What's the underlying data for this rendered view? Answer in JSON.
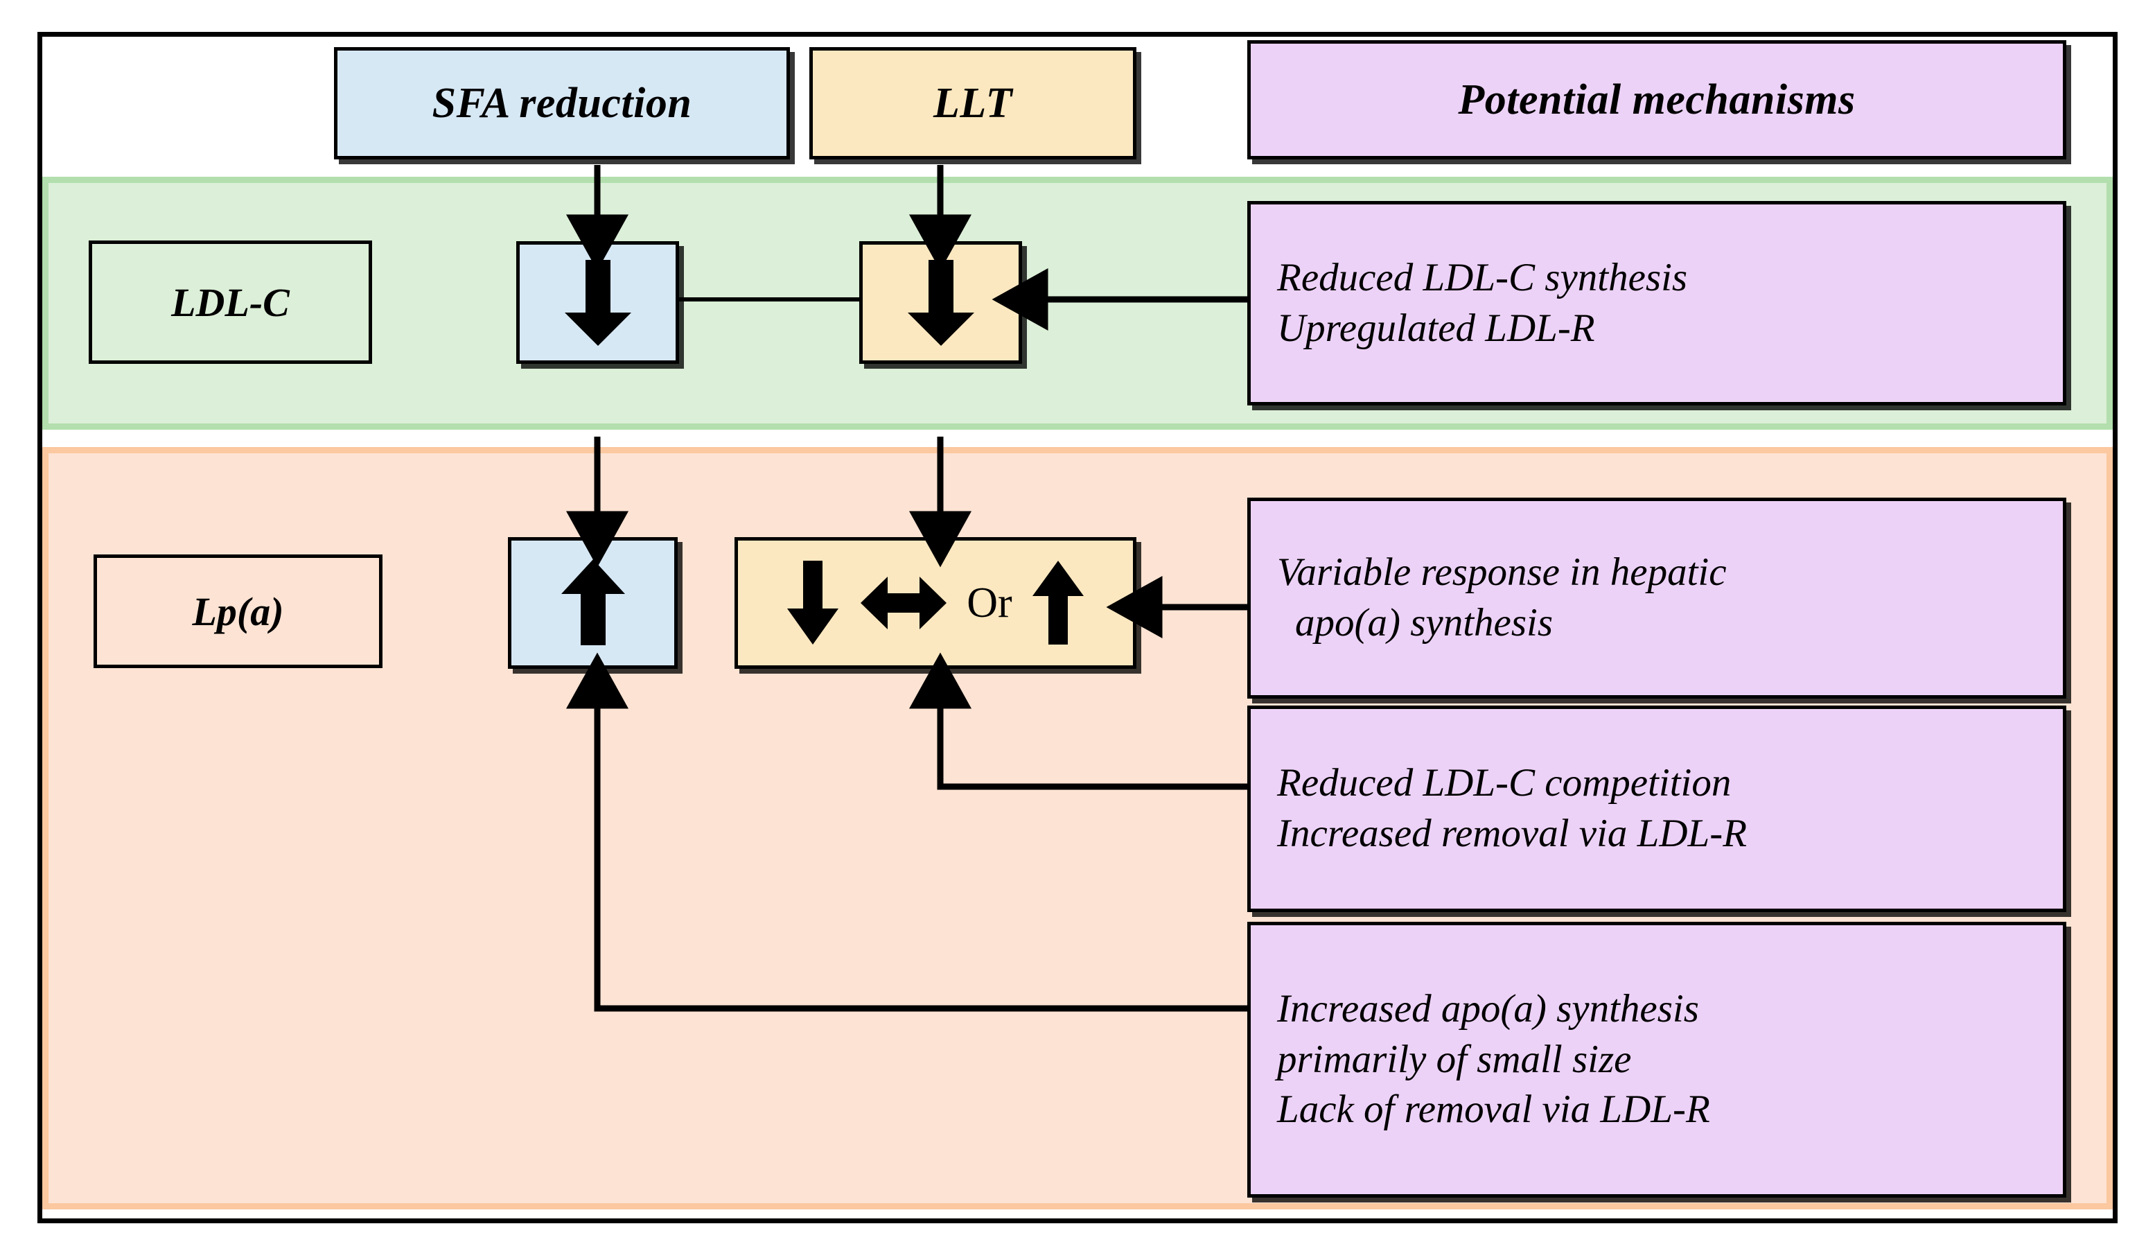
{
  "header": {
    "sfa": "SFA reduction",
    "llt": "LLT",
    "mechanisms": "Potential mechanisms"
  },
  "rows": [
    {
      "label": "LDL-C",
      "band_color": "#dcefd8"
    },
    {
      "label": "Lp(a)",
      "band_color": "#fde3d3"
    }
  ],
  "ldl_row": {
    "sfa_effect": "down-arrow-icon",
    "llt_effect": "down-arrow-icon"
  },
  "lpa_row": {
    "sfa_effect": "up-arrow-icon",
    "llt_effect_down": "down-arrow-icon",
    "llt_effect_neutral": "left-right-arrow-icon",
    "llt_or_label": "Or",
    "llt_effect_up": "up-arrow-icon"
  },
  "mechanisms": [
    {
      "lines": [
        "Reduced LDL-C synthesis",
        "Upregulated LDL-R"
      ]
    },
    {
      "lines": [
        "Variable response in hepatic",
        " apo(a) synthesis"
      ]
    },
    {
      "lines": [
        "Reduced LDL-C competition",
        "Increased removal via LDL-R"
      ]
    },
    {
      "lines": [
        "Increased apo(a) synthesis",
        "primarily of small size",
        "Lack of removal via LDL-R"
      ]
    }
  ],
  "colors": {
    "blue": "#d7e8f5",
    "yellow": "#fce8c0",
    "purple": "#edd2f7",
    "green_band": "#dcefd8",
    "green_border": "#b3dfae",
    "orange_band": "#fde3d3",
    "orange_border": "#fbc8a0",
    "outline": "#000000"
  }
}
